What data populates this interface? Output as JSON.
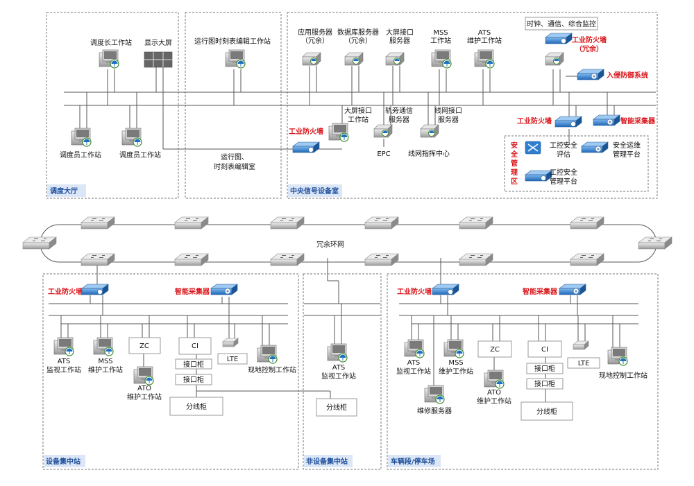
{
  "areas": {
    "dispatch_hall": "调度大厅",
    "central_signal_room": "中央信号设备室",
    "equipment_station": "设备集中站",
    "non_equipment_station": "非设备集中站",
    "depot": "车辆段/停车场"
  },
  "dispatch": {
    "chief_ws": "调度长工作站",
    "big_screen": "显示大屏",
    "dispatcher_ws_1": "调度员工作站",
    "dispatcher_ws_2": "调度员工作站"
  },
  "editing": {
    "editor_ws": "运行图时刻表编辑工作站",
    "room_label": [
      "运行图、",
      "时刻表编辑室"
    ]
  },
  "central": {
    "app_server": [
      "应用服务器",
      "（冗余）"
    ],
    "db_server": [
      "数据库服务器",
      "（冗余）"
    ],
    "screen_if_server": [
      "大屏接口",
      "服务器"
    ],
    "mss_ws": [
      "MSS",
      "工作站"
    ],
    "ats_maint_ws": [
      "ATS",
      "维护工作站"
    ],
    "clock_monitor": "时钟、通信、综合监控",
    "ind_firewall_redundant": [
      "工业防火墙",
      "（冗余）"
    ],
    "ids": "入侵防御系统",
    "screen_if_ws": [
      "大屏接口",
      "工作站"
    ],
    "trackside_server": [
      "轨旁通信",
      "服务器"
    ],
    "network_if_server": [
      "线网接口",
      "服务器"
    ],
    "firewall_left": "工业防火墙",
    "epc": "EPC",
    "network_center": "线网指挥中心",
    "firewall_right": "工业防火墙",
    "smart_collector": "智能采集器",
    "security_zone": [
      "安",
      "全",
      "管",
      "理",
      "区"
    ],
    "ics_eval": [
      "工控安全",
      "评估"
    ],
    "secops_platform": [
      "安全运维",
      "管理平台"
    ],
    "ics_mgmt_platform": [
      "工控安全",
      "管理平台"
    ]
  },
  "ring": {
    "label": "冗余环网"
  },
  "station": {
    "firewall": "工业防火墙",
    "smart_collector": "智能采集器",
    "ats_monitor": [
      "ATS",
      "监视工作站"
    ],
    "mss_maint": [
      "MSS",
      "维护工作站"
    ],
    "zc": "ZC",
    "ci": "CI",
    "lte": "LTE",
    "local_ctrl": "现地控制工作站",
    "if_cab_1": "接口柜",
    "if_cab_2": "接口柜",
    "ato_maint": [
      "ATO",
      "维护工作站"
    ],
    "dist_cab": "分线柜"
  },
  "nonstation": {
    "ats_monitor": [
      "ATS",
      "监视工作站"
    ],
    "dist_cab": "分线柜"
  },
  "depot": {
    "firewall": "工业防火墙",
    "smart_collector": "智能采集器",
    "ats_monitor": [
      "ATS",
      "监视工作站"
    ],
    "mss_maint": [
      "MSS",
      "维护工作站"
    ],
    "zc": "ZC",
    "ci": "CI",
    "lte": "LTE",
    "local_ctrl": "现地控制工作站",
    "if_cab_1": "接口柜",
    "if_cab_2": "接口柜",
    "ato_maint": [
      "ATO",
      "维护工作站"
    ],
    "maint_server": "维修服务器",
    "dist_cab": "分线柜"
  }
}
